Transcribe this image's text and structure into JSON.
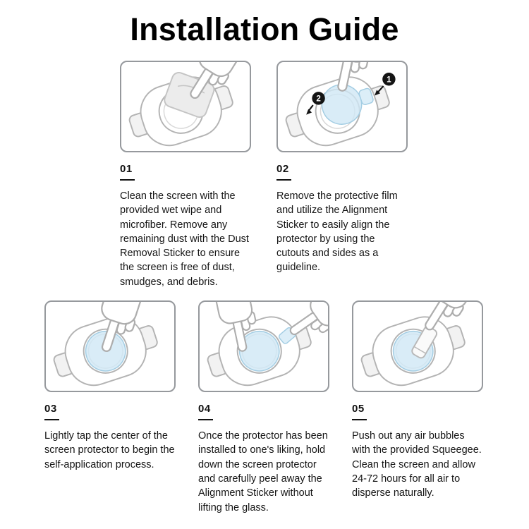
{
  "title": "Installation Guide",
  "steps": [
    {
      "number": "01",
      "text": "Clean the screen with the provided wet wipe and microfiber. Remove any remaining dust with the Dust Removal Sticker to ensure the screen is free of dust, smudges, and debris."
    },
    {
      "number": "02",
      "text": "Remove the protective film and utilize the Alignment Sticker to easily align the protector by using the cutouts and sides as a guideline."
    },
    {
      "number": "03",
      "text": "Lightly tap the center of the screen protector to begin the self-application process."
    },
    {
      "number": "04",
      "text": "Once the protector has been installed to one's liking, hold down the screen protector and carefully peel away the Alignment Sticker without lifting the glass."
    },
    {
      "number": "05",
      "text": "Push out any air bubbles with the provided Squeegee. Clean the screen and allow 24-72 hours for all air to disperse naturally."
    }
  ],
  "illus": {
    "badges": [
      "1",
      "2"
    ]
  },
  "colors": {
    "film": "#cfe7f5",
    "outline": "#b3b3b3",
    "text": "#111111"
  }
}
